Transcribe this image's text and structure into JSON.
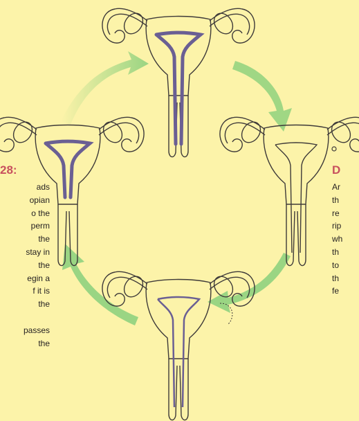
{
  "colors": {
    "background": "#fcf3a9",
    "outline": "#3e3a39",
    "lining": "#6a5f93",
    "arrow": "#8fd17e",
    "heading": "#c8505e"
  },
  "left_caption": {
    "heading": "28:",
    "lines": [
      "ads",
      "opian",
      "o the",
      "perm",
      "the",
      "stay in",
      "the",
      "egin a",
      "f it is",
      "the",
      "",
      "passes",
      "the"
    ]
  },
  "right_caption": {
    "heading": "D",
    "lines": [
      "Ar",
      "th",
      "re",
      "rip",
      "wh",
      "th",
      "to",
      "th",
      "fe"
    ]
  },
  "stages": [
    {
      "name": "top",
      "lining": "thick"
    },
    {
      "name": "right",
      "lining": "thin",
      "egg": true
    },
    {
      "name": "bottom",
      "lining": "thin-dark",
      "egg_released": true
    },
    {
      "name": "left",
      "lining": "thick"
    }
  ]
}
